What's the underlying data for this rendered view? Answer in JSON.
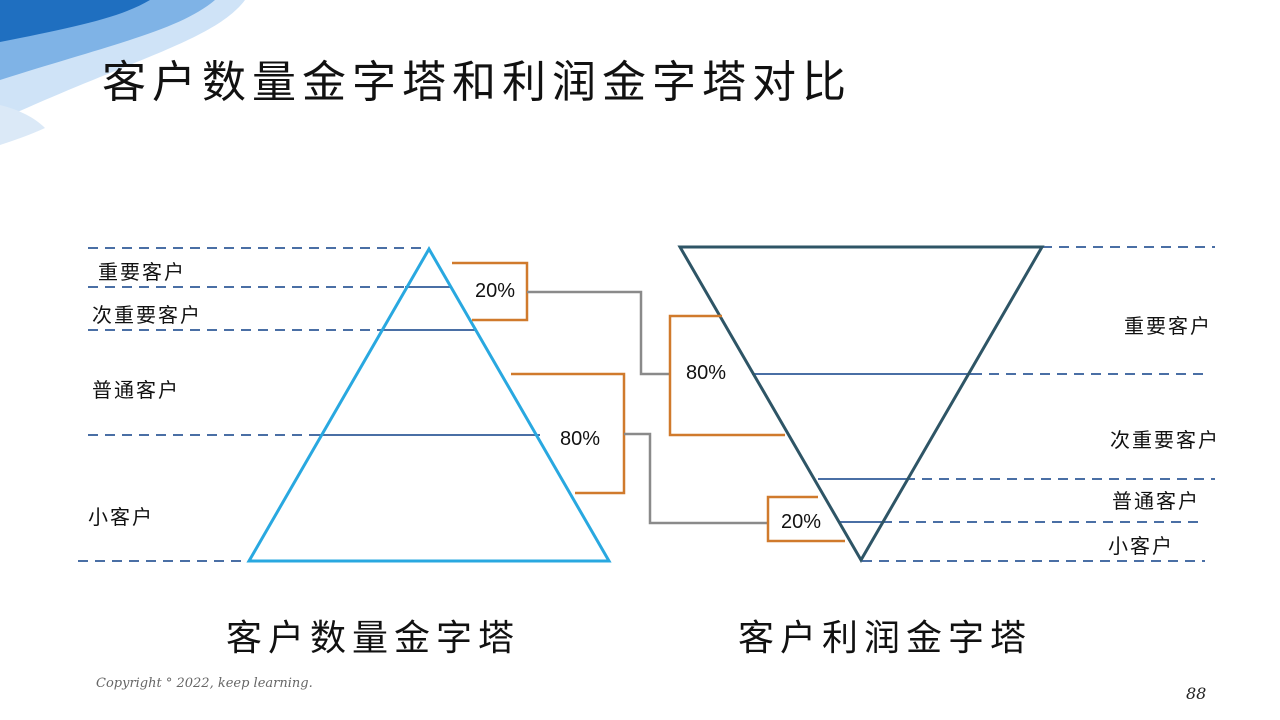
{
  "title": "客户数量金字塔和利润金字塔对比",
  "left_pyramid": {
    "caption": "客户数量金字塔",
    "tiers": [
      "重要客户",
      "次重要客户",
      "普通客户",
      "小客户"
    ],
    "bracket_top": "20%",
    "bracket_bottom": "80%"
  },
  "right_pyramid": {
    "caption": "客户利润金字塔",
    "tiers": [
      "重要客户",
      "次重要客户",
      "普通客户",
      "小客户"
    ],
    "bracket_top": "80%",
    "bracket_bottom": "20%"
  },
  "footer": {
    "copyright": "Copyright ° 2022, keep learning.",
    "page_number": "88"
  },
  "colors": {
    "pyramid_left": "#29a8e0",
    "pyramid_right": "#2e5566",
    "dashed": "#4a6fa5",
    "bracket": "#d07a2c",
    "connector": "#8a8a8a",
    "decor_blue": "#1f6fc0"
  }
}
